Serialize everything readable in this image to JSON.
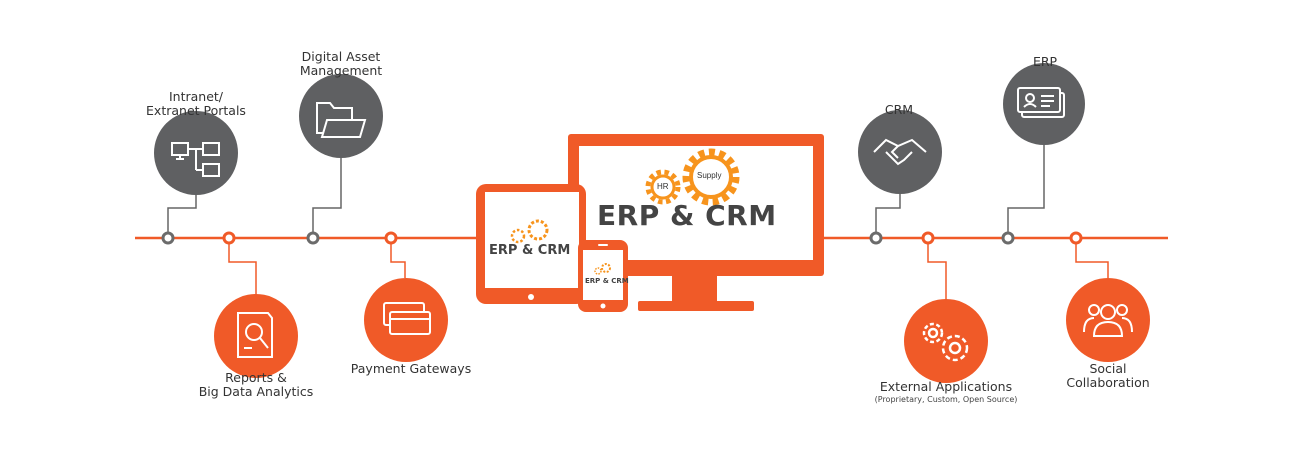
{
  "colors": {
    "accent": "#f05a28",
    "node_gray": "#5f6062",
    "line": "#f05a28",
    "text": "#333333"
  },
  "center": {
    "monitor_title": "ERP & CRM",
    "tablet_title": "ERP & CRM",
    "phone_title": "ERP & CRM",
    "gear_left_label": "HR",
    "gear_right_label": "Supply"
  },
  "nodes": [
    {
      "id": "intranet",
      "label": "Intranet/\nExtranet Portals",
      "icon": "network-icon",
      "side": "top",
      "style": "gray"
    },
    {
      "id": "reports",
      "label": "Reports &\nBig Data Analytics",
      "icon": "analytics-report-icon",
      "side": "bottom",
      "style": "orange"
    },
    {
      "id": "dam",
      "label": "Digital Asset\nManagement",
      "icon": "folders-icon",
      "side": "top",
      "style": "gray"
    },
    {
      "id": "payment",
      "label": "Payment Gateways",
      "icon": "credit-cards-icon",
      "side": "bottom",
      "style": "orange"
    },
    {
      "id": "crm",
      "label": "CRM",
      "icon": "handshake-icon",
      "side": "top",
      "style": "gray"
    },
    {
      "id": "external",
      "label": "External Applications",
      "sublabel": "(Proprietary, Custom, Open Source)",
      "icon": "gears-icon",
      "side": "bottom",
      "style": "orange"
    },
    {
      "id": "erp",
      "label": "ERP",
      "icon": "id-card-icon",
      "side": "top",
      "style": "gray"
    },
    {
      "id": "social",
      "label": "Social\nCollaboration",
      "icon": "people-group-icon",
      "side": "bottom",
      "style": "orange"
    }
  ]
}
